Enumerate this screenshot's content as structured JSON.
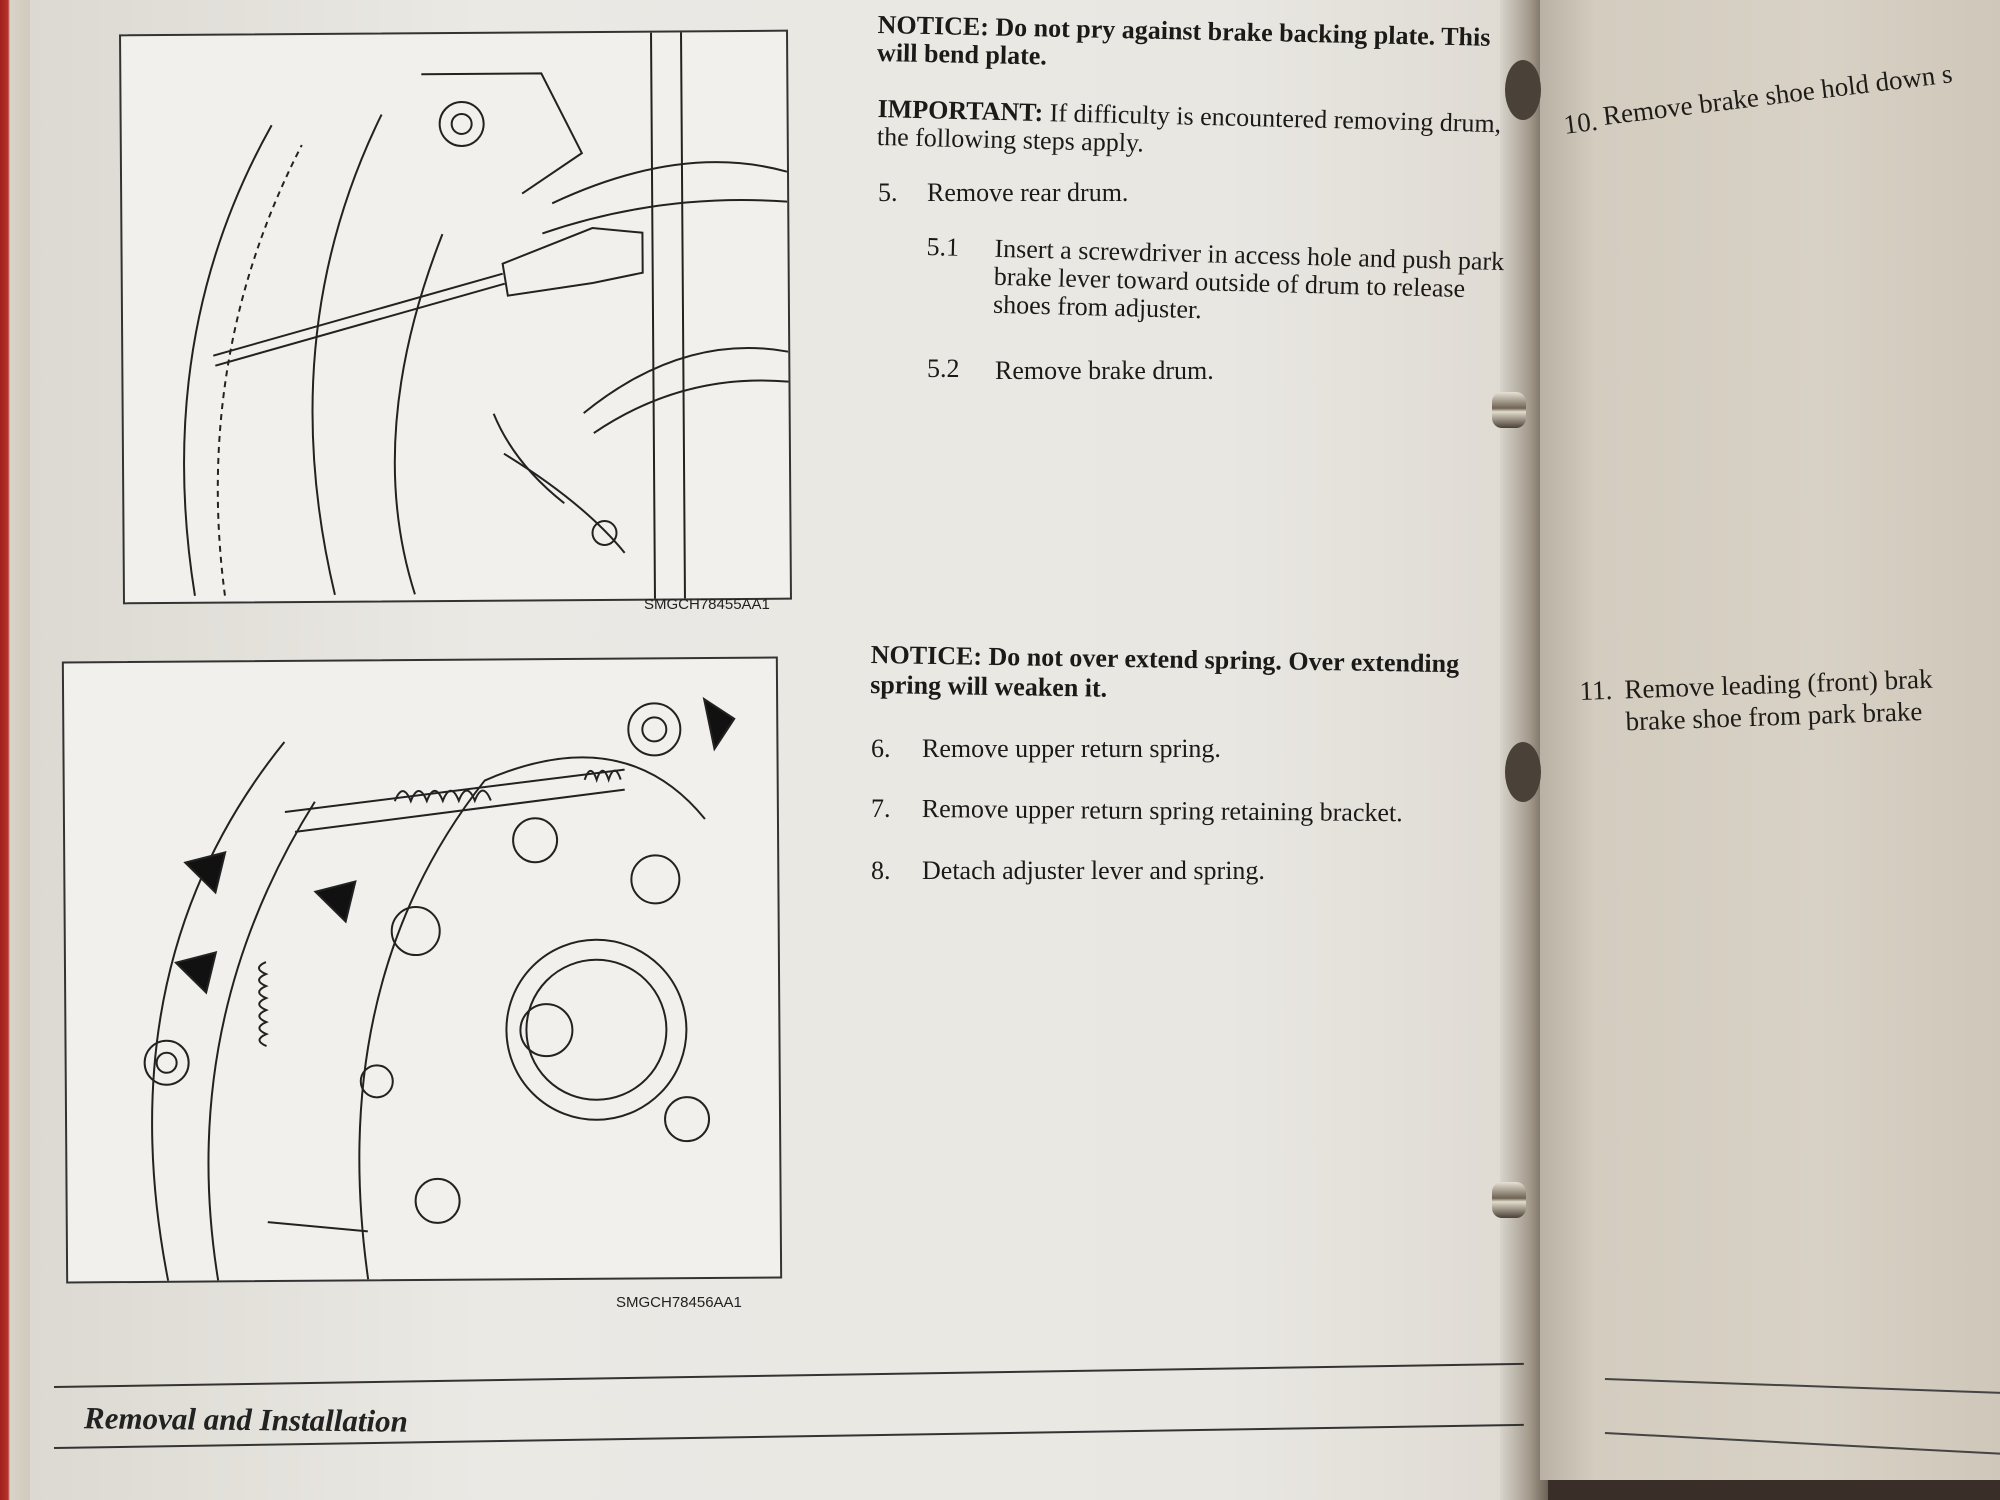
{
  "left_page": {
    "figure1_caption": "SMGCH78455AA1",
    "figure2_caption": "SMGCH78456AA1",
    "notice1": {
      "label": "NOTICE:",
      "line1": "Do not pry against brake backing plate. This",
      "line2": "will bend plate."
    },
    "important": {
      "label": "IMPORTANT:",
      "line1": "If difficulty is encountered removing drum,",
      "line2": "the following steps apply."
    },
    "steps": [
      {
        "num": "5.",
        "text": "Remove rear drum."
      },
      {
        "num": "5.1",
        "lines": [
          "Insert a screwdriver in access hole and push park",
          "brake lever toward outside of drum to release",
          "shoes from adjuster."
        ]
      },
      {
        "num": "5.2",
        "text": "Remove brake drum."
      }
    ],
    "notice2": {
      "label": "NOTICE:",
      "line1": "Do not over extend spring. Over extending",
      "line2": "spring will weaken it."
    },
    "steps2": [
      {
        "num": "6.",
        "text": "Remove upper return spring."
      },
      {
        "num": "7.",
        "text": "Remove upper return spring retaining bracket."
      },
      {
        "num": "8.",
        "text": "Detach adjuster lever and spring."
      }
    ],
    "footer": "Removal and Installation"
  },
  "right_page": {
    "step10": {
      "num": "10.",
      "text": "Remove brake shoe hold down s"
    },
    "step11": {
      "num": "11.",
      "line1": "Remove leading (front) brak",
      "line2": "brake shoe from park brake"
    }
  }
}
